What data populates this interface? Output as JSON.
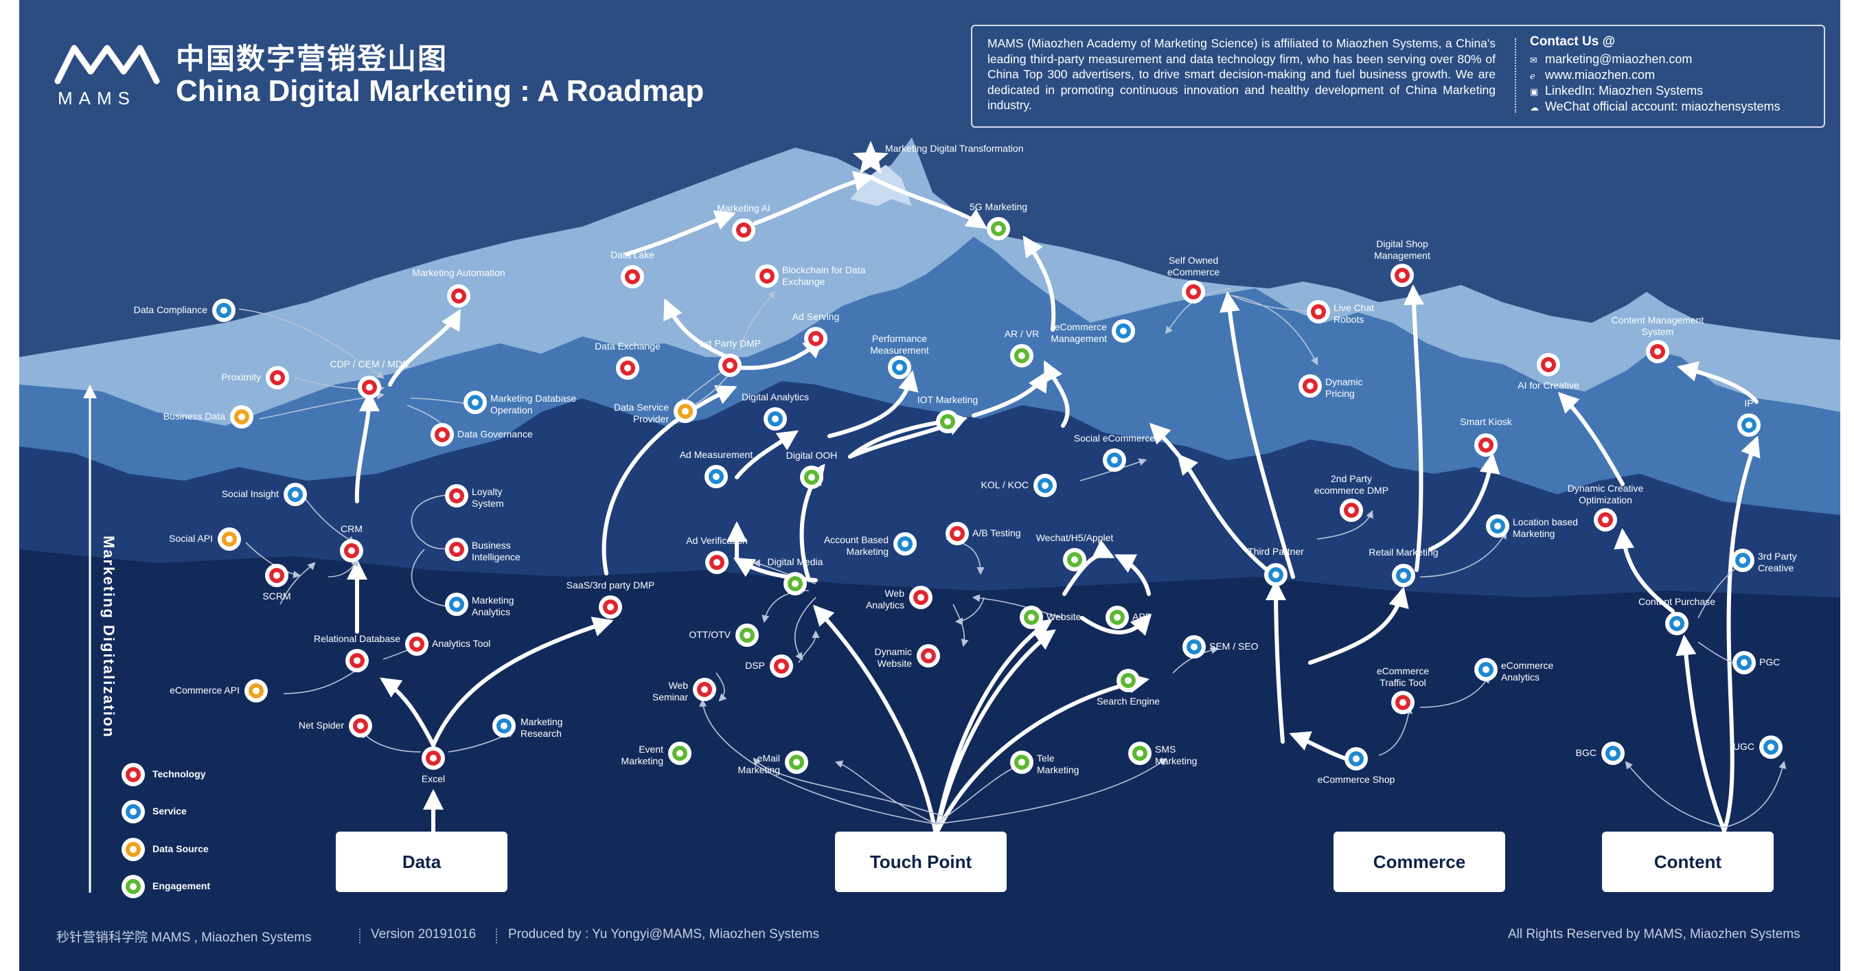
{
  "header": {
    "title_cn": "中国数字营销登山图",
    "title_en": "China Digital Marketing : A Roadmap",
    "logo_text": "MAMS"
  },
  "about": {
    "text": "MAMS (Miaozhen Academy of Marketing Science) is affiliated to Miaozhen Systems, a China's leading third-party measurement and data technology firm, who has been serving over 80% of China Top 300 advertisers, to drive smart decision-making and fuel business growth. We are dedicated in promoting continuous innovation and healthy development of China Marketing industry.",
    "contact_title": "Contact Us @",
    "contacts": [
      {
        "icon": "mail-icon",
        "glyph": "✉",
        "text": "marketing@miaozhen.com"
      },
      {
        "icon": "web-icon",
        "glyph": "ℯ",
        "text": "www.miaozhen.com"
      },
      {
        "icon": "linkedin-icon",
        "glyph": "▣",
        "text": "LinkedIn: Miaozhen Systems"
      },
      {
        "icon": "wechat-icon",
        "glyph": "☁",
        "text": "WeChat official account: miaozhensystems"
      }
    ]
  },
  "vertical_label": "Marketing Digitalization",
  "colors": {
    "Technology": "#e1252f",
    "Service": "#1e88d2",
    "Data Source": "#f0a21d",
    "Engagement": "#5cb832",
    "background": "#0d2149"
  },
  "legend": [
    {
      "label": "Technology",
      "type": "Technology"
    },
    {
      "label": "Service",
      "type": "Service"
    },
    {
      "label": "Data Source",
      "type": "Data Source"
    },
    {
      "label": "Engagement",
      "type": "Engagement"
    }
  ],
  "categories": [
    {
      "id": "data",
      "label": "Data"
    },
    {
      "id": "touch",
      "label": "Touch Point"
    },
    {
      "id": "commerce",
      "label": "Commerce"
    },
    {
      "id": "content",
      "label": "Content"
    }
  ],
  "milestone": "Marketing Digital\nTransformation",
  "nodes": [
    {
      "id": "excel",
      "label": "Excel",
      "type": "Technology"
    },
    {
      "id": "net_spider",
      "label": "Net Spider",
      "type": "Technology"
    },
    {
      "id": "mkt_research",
      "label": "Marketing\nResearch",
      "type": "Service"
    },
    {
      "id": "ecommerce_api",
      "label": "eCommerce API",
      "type": "Data Source"
    },
    {
      "id": "relational_db",
      "label": "Relational Database",
      "type": "Technology"
    },
    {
      "id": "analytics_tool",
      "label": "Analytics Tool",
      "type": "Technology"
    },
    {
      "id": "crm",
      "label": "CRM",
      "type": "Technology"
    },
    {
      "id": "scrm",
      "label": "SCRM",
      "type": "Technology"
    },
    {
      "id": "social_api",
      "label": "Social API",
      "type": "Data Source"
    },
    {
      "id": "social_insight",
      "label": "Social Insight",
      "type": "Service"
    },
    {
      "id": "loyalty",
      "label": "Loyalty\nSystem",
      "type": "Technology"
    },
    {
      "id": "bi",
      "label": "Business\nIntelligence",
      "type": "Technology"
    },
    {
      "id": "mkt_analytics",
      "label": "Marketing\nAnalytics",
      "type": "Service"
    },
    {
      "id": "cdp",
      "label": "CDP / CEM / MDB",
      "type": "Technology"
    },
    {
      "id": "data_compliance",
      "label": "Data Compliance",
      "type": "Service"
    },
    {
      "id": "proximity",
      "label": "Proximity",
      "type": "Technology"
    },
    {
      "id": "business_data",
      "label": "Business Data",
      "type": "Data Source"
    },
    {
      "id": "mdb_operation",
      "label": "Marketing Database\nOperation",
      "type": "Service"
    },
    {
      "id": "data_governance",
      "label": "Data Governance",
      "type": "Technology"
    },
    {
      "id": "mkt_automation",
      "label": "Marketing Automation",
      "type": "Technology"
    },
    {
      "id": "saas_dmp",
      "label": "SaaS/3rd party DMP",
      "type": "Technology"
    },
    {
      "id": "data_lake",
      "label": "Data Lake",
      "type": "Technology"
    },
    {
      "id": "marketing_ai",
      "label": "Marketing AI",
      "type": "Technology"
    },
    {
      "id": "blockchain",
      "label": "Blockchain for Data\nExchange",
      "type": "Technology"
    },
    {
      "id": "data_exchange",
      "label": "Data Exchange",
      "type": "Technology"
    },
    {
      "id": "first_party_dmp",
      "label": "1st Party DMP",
      "type": "Technology"
    },
    {
      "id": "ad_serving",
      "label": "Ad Serving",
      "type": "Technology"
    },
    {
      "id": "data_service_provider",
      "label": "Data Service\nProvider",
      "type": "Data Source"
    },
    {
      "id": "digital_analytics",
      "label": "Digital Analytics",
      "type": "Service"
    },
    {
      "id": "ad_measurement",
      "label": "Ad Measurement",
      "type": "Service"
    },
    {
      "id": "ad_verification",
      "label": "Ad Verification",
      "type": "Technology"
    },
    {
      "id": "digital_media",
      "label": "Digital Media",
      "type": "Engagement"
    },
    {
      "id": "ott",
      "label": "OTT/OTV",
      "type": "Engagement"
    },
    {
      "id": "dsp",
      "label": "DSP",
      "type": "Technology"
    },
    {
      "id": "digital_ooh",
      "label": "Digital OOH",
      "type": "Engagement"
    },
    {
      "id": "iot_marketing",
      "label": "IOT Marketing",
      "type": "Engagement"
    },
    {
      "id": "perf_measurement",
      "label": "Performance\nMeasurement",
      "type": "Service"
    },
    {
      "id": "ar_vr",
      "label": "AR / VR",
      "type": "Engagement"
    },
    {
      "id": "fiveg",
      "label": "5G Marketing",
      "type": "Engagement"
    },
    {
      "id": "account_based",
      "label": "Account Based\nMarketing",
      "type": "Service"
    },
    {
      "id": "ab_testing",
      "label": "A/B Testing",
      "type": "Technology"
    },
    {
      "id": "web_analytics",
      "label": "Web\nAnalytics",
      "type": "Technology"
    },
    {
      "id": "dynamic_website",
      "label": "Dynamic\nWebsite",
      "type": "Technology"
    },
    {
      "id": "wechat",
      "label": "Wechat/H5/Applet",
      "type": "Engagement"
    },
    {
      "id": "website",
      "label": "Website",
      "type": "Engagement"
    },
    {
      "id": "app",
      "label": "APP",
      "type": "Engagement"
    },
    {
      "id": "kol",
      "label": "KOL / KOC",
      "type": "Service"
    },
    {
      "id": "social_ecommerce",
      "label": "Social eCommerce",
      "type": "Service"
    },
    {
      "id": "search_engine",
      "label": "Search Engine",
      "type": "Engagement"
    },
    {
      "id": "sem_seo",
      "label": "SEM / SEO",
      "type": "Service"
    },
    {
      "id": "web_seminar",
      "label": "Web\nSeminar",
      "type": "Technology"
    },
    {
      "id": "event_marketing",
      "label": "Event\nMarketing",
      "type": "Engagement"
    },
    {
      "id": "email_marketing",
      "label": "eMail\nMarketing",
      "type": "Engagement"
    },
    {
      "id": "tele_marketing",
      "label": "Tele\nMarketing",
      "type": "Engagement"
    },
    {
      "id": "sms_marketing",
      "label": "SMS\nMarketing",
      "type": "Engagement"
    },
    {
      "id": "ecommerce_mgmt",
      "label": "eCommerce\nManagement",
      "type": "Service"
    },
    {
      "id": "self_owned",
      "label": "Self Owned\neCommerce",
      "type": "Technology"
    },
    {
      "id": "live_chat",
      "label": "Live Chat\nRobots",
      "type": "Technology"
    },
    {
      "id": "dynamic_pricing",
      "label": "Dynamic\nPricing",
      "type": "Technology"
    },
    {
      "id": "digital_shop",
      "label": "Digital Shop\nManagement",
      "type": "Technology"
    },
    {
      "id": "third_partner",
      "label": "Third Partner",
      "type": "Service"
    },
    {
      "id": "second_party_dmp",
      "label": "2nd Party\necommerce DMP",
      "type": "Technology"
    },
    {
      "id": "retail_marketing",
      "label": "Retail Marketing",
      "type": "Service"
    },
    {
      "id": "smart_kiosk",
      "label": "Smart Kiosk",
      "type": "Technology"
    },
    {
      "id": "location_based",
      "label": "Location based\nMarketing",
      "type": "Service"
    },
    {
      "id": "ecommerce_traffic",
      "label": "eCommerce\nTraffic Tool",
      "type": "Technology"
    },
    {
      "id": "ecommerce_analytics",
      "label": "eCommerce\nAnalytics",
      "type": "Service"
    },
    {
      "id": "ecommerce_shop",
      "label": "eCommerce Shop",
      "type": "Service"
    },
    {
      "id": "content_mgmt",
      "label": "Content Management\nSystem",
      "type": "Technology"
    },
    {
      "id": "ai_creative",
      "label": "AI for Creative",
      "type": "Technology"
    },
    {
      "id": "ip",
      "label": "IP",
      "type": "Service"
    },
    {
      "id": "dco",
      "label": "Dynamic Creative\nOptimization",
      "type": "Technology"
    },
    {
      "id": "content_purchase",
      "label": "Content Purchase",
      "type": "Service"
    },
    {
      "id": "third_party_creative",
      "label": "3rd Party\nCreative",
      "type": "Service"
    },
    {
      "id": "pgc",
      "label": "PGC",
      "type": "Service"
    },
    {
      "id": "bgc",
      "label": "BGC",
      "type": "Service"
    },
    {
      "id": "ugc",
      "label": "UGC",
      "type": "Service"
    }
  ],
  "footer": {
    "org": "秒针营销科学院 MAMS , Miaozhen Systems",
    "version": "Version 20191016",
    "producer": "Produced by : Yu Yongyi@MAMS, Miaozhen Systems",
    "rights": "All Rights Reserved by MAMS, Miaozhen Systems"
  }
}
